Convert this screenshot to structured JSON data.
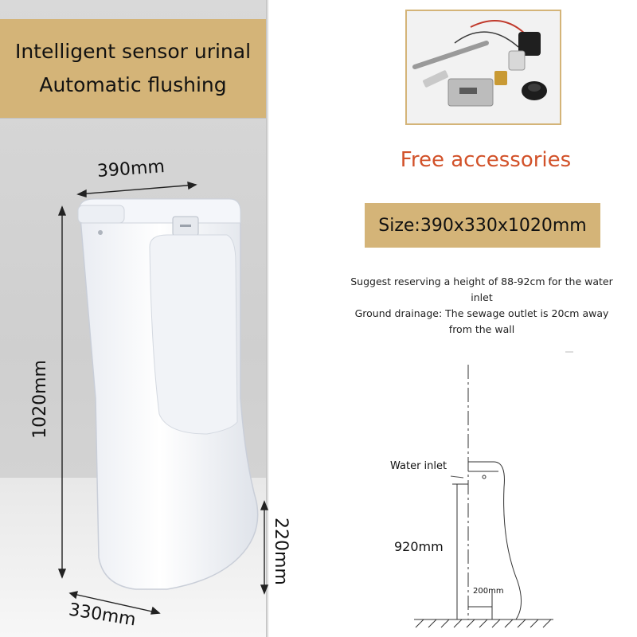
{
  "banner": {
    "line1": "Intelligent sensor urinal",
    "line2": "Automatic flushing"
  },
  "product_dimensions": {
    "width": "390mm",
    "height": "1020mm",
    "depth": "330mm",
    "lip_height": "220mm"
  },
  "accessories": {
    "heading": "Free accessories"
  },
  "size": {
    "label": "Size:390x330x1020mm"
  },
  "notes": {
    "line1": "Suggest reserving a height of 88-92cm for the water inlet",
    "line2": "Ground drainage: The sewage outlet is 20cm away from the wall"
  },
  "diagram": {
    "water_inlet": "Water inlet",
    "inlet_height": "920mm",
    "outlet_distance": "200mm"
  },
  "colors": {
    "banner_bg": "#d4b478",
    "accent_text": "#d2522a"
  }
}
